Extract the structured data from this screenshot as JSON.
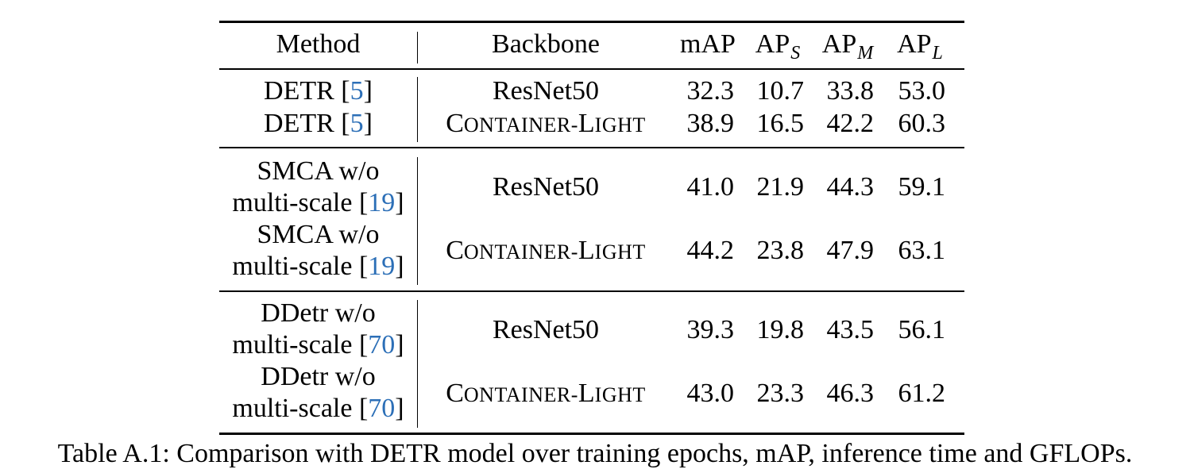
{
  "table": {
    "headers": {
      "method": "Method",
      "backbone": "Backbone",
      "map": "mAP",
      "aps_base": "AP",
      "aps_sub": "S",
      "apm_base": "AP",
      "apm_sub": "M",
      "apl_base": "AP",
      "apl_sub": "L"
    },
    "rows": [
      {
        "method_line1": "DETR [",
        "cite": "5",
        "close": "]",
        "backbone": "ResNet50",
        "map": "32.3",
        "aps": "10.7",
        "apm": "33.8",
        "apl": "53.0"
      },
      {
        "method_line1": "DETR [",
        "cite": "5",
        "close": "]",
        "backbone": "CONTAINER-LIGHT",
        "map": "38.9",
        "aps": "16.5",
        "apm": "42.2",
        "apl": "60.3"
      },
      {
        "method_line1": "SMCA w/o",
        "method_line2": "multi-scale [",
        "cite": "19",
        "close": "]",
        "backbone": "ResNet50",
        "map": "41.0",
        "aps": "21.9",
        "apm": "44.3",
        "apl": "59.1"
      },
      {
        "method_line1": "SMCA w/o",
        "method_line2": "multi-scale [",
        "cite": "19",
        "close": "]",
        "backbone": "CONTAINER-LIGHT",
        "map": "44.2",
        "aps": "23.8",
        "apm": "47.9",
        "apl": "63.1"
      },
      {
        "method_line1": "DDetr w/o",
        "method_line2": "multi-scale [",
        "cite": "70",
        "close": "]",
        "backbone": "ResNet50",
        "map": "39.3",
        "aps": "19.8",
        "apm": "43.5",
        "apl": "56.1"
      },
      {
        "method_line1": "DDetr w/o",
        "method_line2": "multi-scale [",
        "cite": "70",
        "close": "]",
        "backbone": "CONTAINER-LIGHT",
        "map": "43.0",
        "aps": "23.3",
        "apm": "46.3",
        "apl": "61.2"
      }
    ]
  },
  "caption": "Table A.1: Comparison with DETR model over training epochs, mAP, inference time and GFLOPs."
}
